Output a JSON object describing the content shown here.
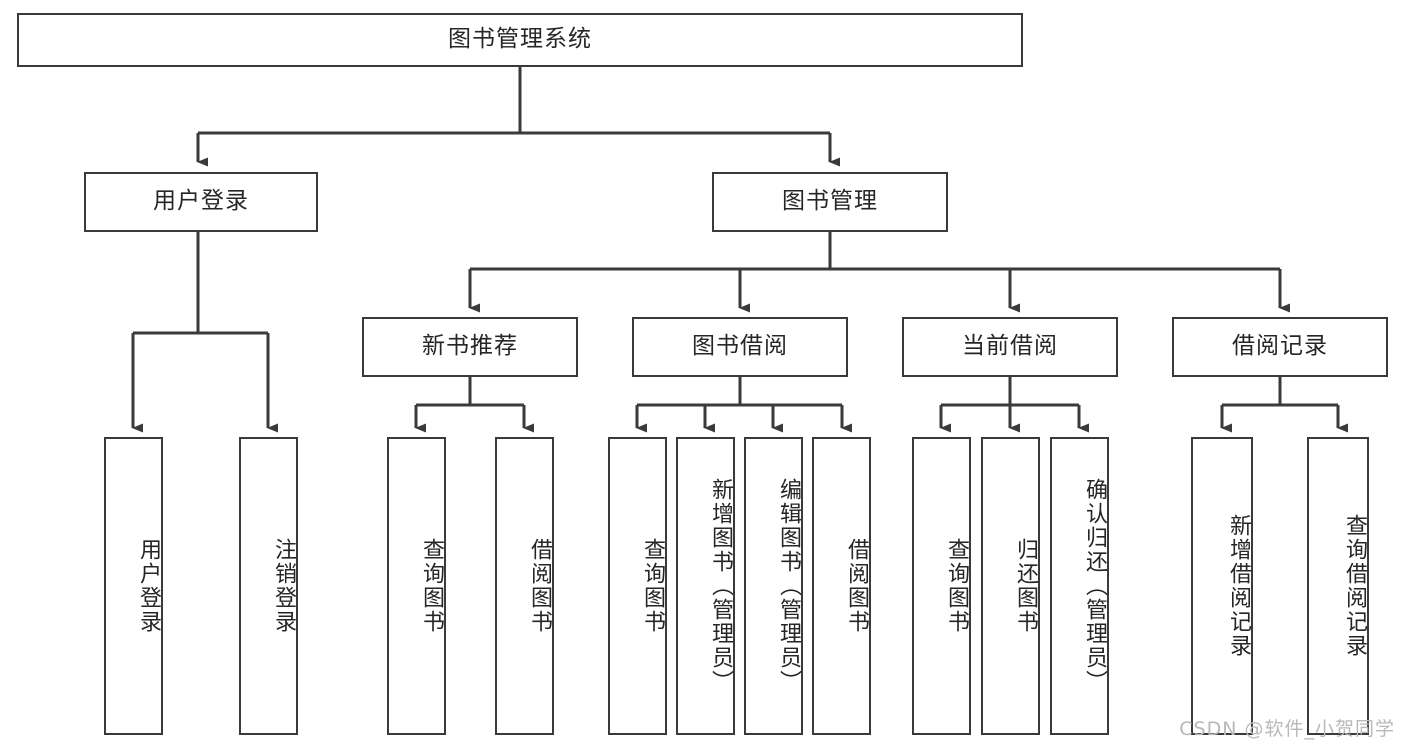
{
  "diagram": {
    "title_node": {
      "label": "图书管理系统"
    },
    "level2": [
      {
        "id": "user-login",
        "label": "用户登录"
      },
      {
        "id": "book-management",
        "label": "图书管理"
      }
    ],
    "level3": [
      {
        "id": "new-book-recommend",
        "label": "新书推荐"
      },
      {
        "id": "book-borrow",
        "label": "图书借阅"
      },
      {
        "id": "current-borrow",
        "label": "当前借阅"
      },
      {
        "id": "borrow-record",
        "label": "借阅记录"
      }
    ],
    "leaves": {
      "user_login": [
        {
          "id": "leaf-user-login",
          "label": "用户登录"
        },
        {
          "id": "leaf-logout-login",
          "label": "注销登录"
        }
      ],
      "new_book_recommend": [
        {
          "id": "leaf-query-book-1",
          "label": "查询图书"
        },
        {
          "id": "leaf-borrow-book-1",
          "label": "借阅图书"
        }
      ],
      "book_borrow": [
        {
          "id": "leaf-query-book-2",
          "label": "查询图书"
        },
        {
          "id": "leaf-add-book",
          "label": "新增图书（管理员）"
        },
        {
          "id": "leaf-edit-book",
          "label": "编辑图书（管理员）"
        },
        {
          "id": "leaf-borrow-book-2",
          "label": "借阅图书"
        }
      ],
      "current_borrow": [
        {
          "id": "leaf-query-book-3",
          "label": "查询图书"
        },
        {
          "id": "leaf-return-book",
          "label": "归还图书"
        },
        {
          "id": "leaf-confirm-return",
          "label": "确认归还（管理员）"
        }
      ],
      "borrow_record": [
        {
          "id": "leaf-add-record",
          "label": "新增借阅记录"
        },
        {
          "id": "leaf-query-record",
          "label": "查询借阅记录"
        }
      ]
    }
  },
  "watermark": {
    "text": "CSDN @软件_小贺同学"
  },
  "colors": {
    "stroke": "#3a3a3a",
    "text": "#262626",
    "background": "#ffffff",
    "watermark": "#b9b9b9"
  }
}
